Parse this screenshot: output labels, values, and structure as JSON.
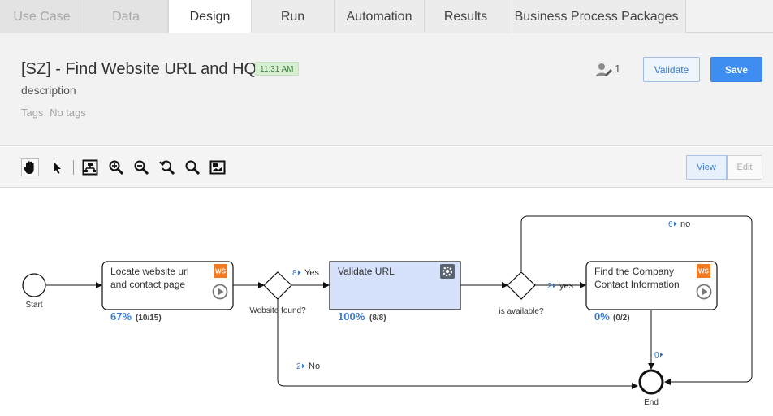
{
  "tabs": [
    {
      "label": "Use Case",
      "state": "disabled"
    },
    {
      "label": "Data",
      "state": "disabled"
    },
    {
      "label": "Design",
      "state": "active"
    },
    {
      "label": "Run",
      "state": "normal"
    },
    {
      "label": "Automation",
      "state": "normal"
    },
    {
      "label": "Results",
      "state": "normal"
    },
    {
      "label": "Business Process Packages",
      "state": "normal"
    }
  ],
  "header": {
    "title": "[SZ] - Find Website URL and HQ",
    "time": "11:31 AM",
    "description": "description",
    "tags_label": "Tags:",
    "tags_value": "No tags",
    "collaborators": "1",
    "validate_label": "Validate",
    "save_label": "Save"
  },
  "toolbar": {
    "tools": [
      "hand-icon",
      "pointer-icon",
      "auto-layout-icon",
      "zoom-in-icon",
      "zoom-out-icon",
      "zoom-reset-icon",
      "zoom-fit-icon",
      "minimap-icon"
    ],
    "view_label": "View",
    "edit_label": "Edit"
  },
  "diagram": {
    "start_label": "Start",
    "end_label": "End",
    "tasks": [
      {
        "line1": "Locate website url",
        "line2": "and contact page",
        "badge": "WS",
        "pct": "67%",
        "frac": "(10/15)"
      },
      {
        "line1": "Validate URL",
        "line2": "",
        "badge": "",
        "pct": "100%",
        "frac": "(8/8)"
      },
      {
        "line1": "Find the Company",
        "line2": "Contact Information",
        "badge": "WS",
        "pct": "0%",
        "frac": "(0/2)"
      }
    ],
    "gateways": [
      {
        "label": "Website found?"
      },
      {
        "label": "is available?"
      }
    ],
    "edges": [
      {
        "count": "8",
        "label": "Yes"
      },
      {
        "count": "2",
        "label": "No"
      },
      {
        "count": "2",
        "label": "yes"
      },
      {
        "count": "6",
        "label": "no"
      },
      {
        "count": "0",
        "label": ""
      }
    ],
    "colors": {
      "accent": "#3a7ad2",
      "selected_task_fill": "#d6e2fb",
      "ws_badge": "#f47a20"
    }
  }
}
